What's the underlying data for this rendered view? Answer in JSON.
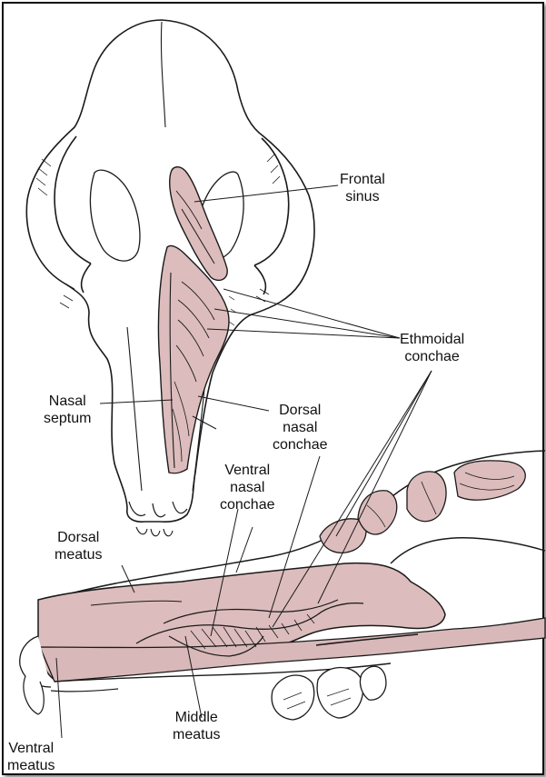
{
  "labels": {
    "frontal_sinus": [
      "Frontal",
      "sinus"
    ],
    "ethmoidal_conchae": [
      "Ethmoidal",
      "conchae"
    ],
    "nasal_septum": [
      "Nasal",
      "septum"
    ],
    "dorsal_nasal_conchae": [
      "Dorsal",
      "nasal",
      "conchae"
    ],
    "ventral_nasal_conchae": [
      "Ventral",
      "nasal",
      "conchae"
    ],
    "dorsal_meatus": [
      "Dorsal",
      "meatus"
    ],
    "middle_meatus": [
      "Middle",
      "meatus"
    ],
    "ventral_meatus": [
      "Ventral",
      "meatus"
    ]
  },
  "colors": {
    "tissue": "#dcbcbc",
    "tissue_dark": "#c9a3a3",
    "ink": "#1a1a1a",
    "background": "#ffffff"
  }
}
